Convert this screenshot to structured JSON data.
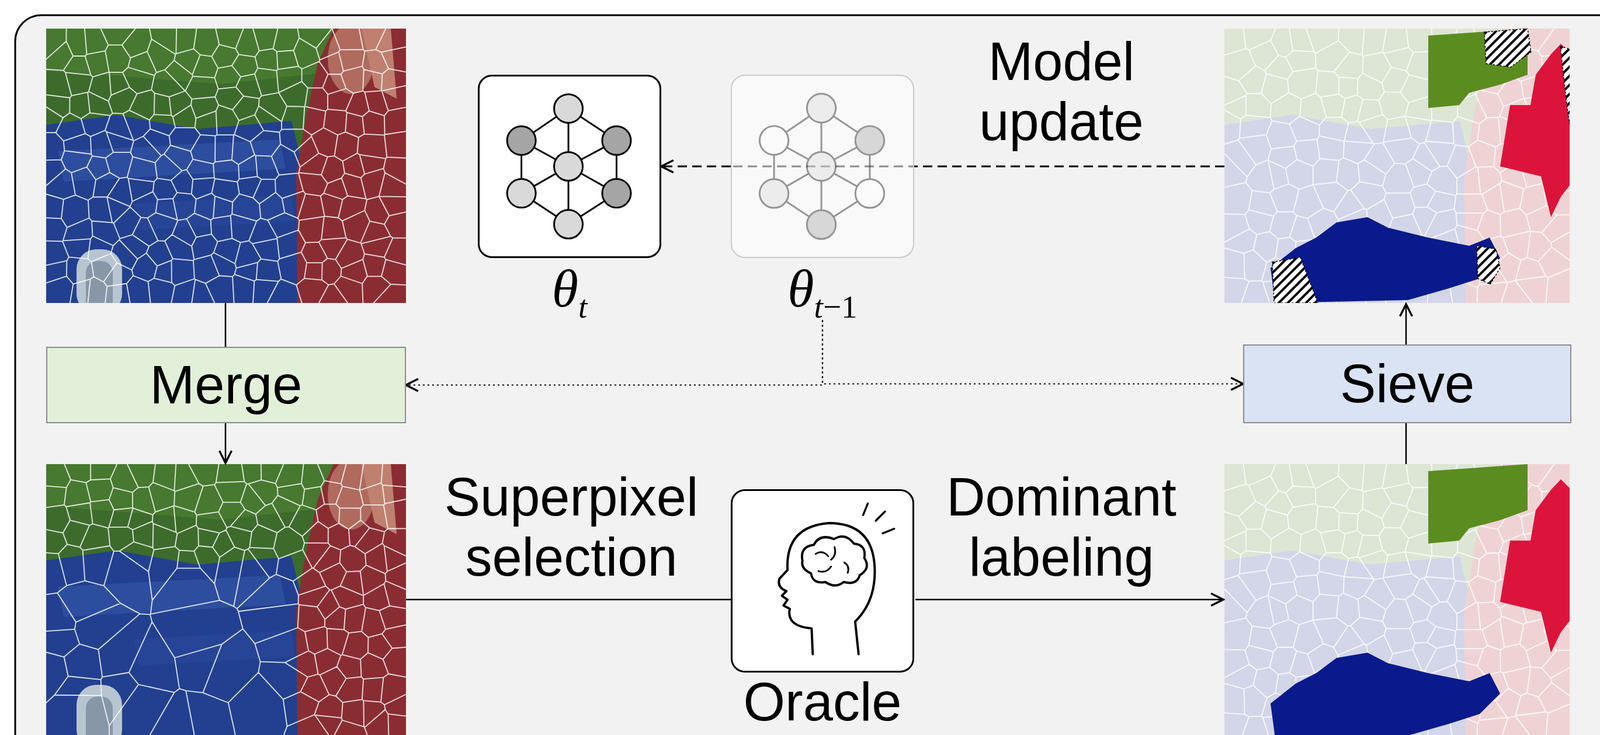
{
  "diagram": {
    "nodes": [
      {
        "text": [
          "θt"
        ]
      },
      {
        "text": [
          "θt−1"
        ]
      },
      {
        "text": [
          "Merge"
        ]
      },
      {
        "text": [
          "Sieve"
        ]
      },
      {
        "text": [
          "Oracle"
        ]
      }
    ],
    "edges": [
      {
        "from": 1,
        "to": 0,
        "arrow": "to"
      },
      {
        "from": 1,
        "to": 2,
        "arrow": "to"
      },
      {
        "from": 1,
        "to": 3,
        "arrow": "to"
      }
    ],
    "labels": [
      "Model update",
      "Superpixel selection",
      "Dominant labeling"
    ]
  }
}
